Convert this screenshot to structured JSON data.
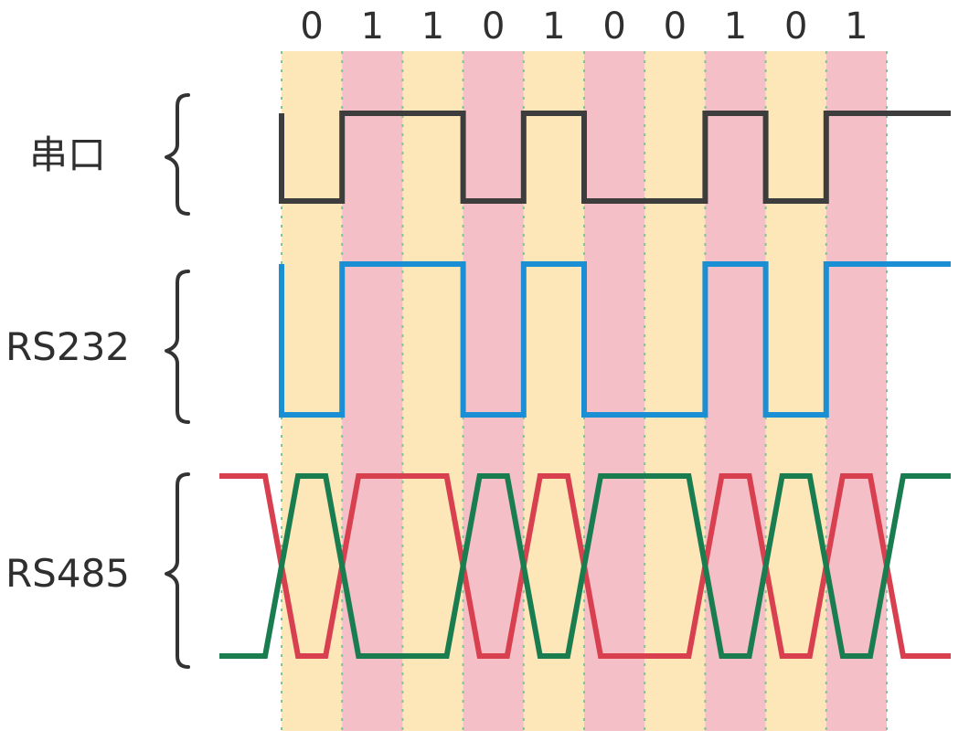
{
  "bits": [
    "0",
    "1",
    "1",
    "0",
    "1",
    "0",
    "0",
    "1",
    "0",
    "1"
  ],
  "rows": [
    {
      "label": "串口",
      "type": "single",
      "color": "#3d3d3d"
    },
    {
      "label": "RS232",
      "type": "single",
      "color": "#1b8fd4"
    },
    {
      "label": "RS485",
      "type": "differential",
      "color": "#d9404f",
      "color_b": "#1a7d4f"
    }
  ],
  "colors": {
    "band_light": "#fde6b8",
    "band_pink": "#f4bfc7",
    "divider": "#7fc59a",
    "brace": "#333333"
  }
}
